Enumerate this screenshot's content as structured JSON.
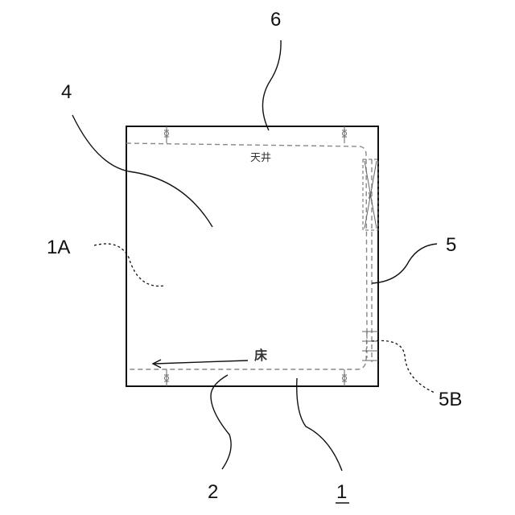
{
  "labels": {
    "ref_6": "6",
    "ref_4": "4",
    "ref_1a": "1A",
    "ref_5": "5",
    "ref_5b": "5B",
    "ref_2": "2",
    "ref_1": "1",
    "ceiling": "天井",
    "floor": "床"
  }
}
